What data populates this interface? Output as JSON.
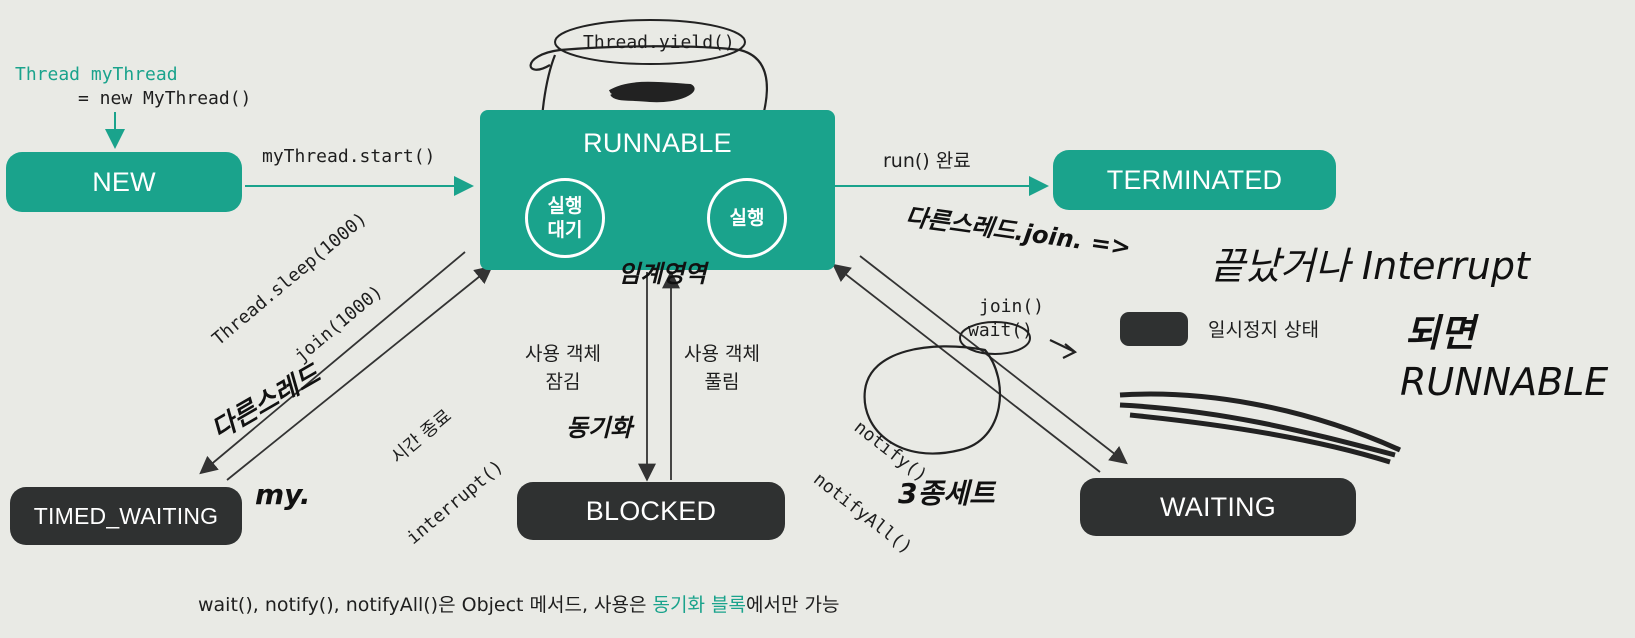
{
  "states": {
    "new": "NEW",
    "runnable": "RUNNABLE",
    "ready": "실행\n대기",
    "running": "실행",
    "terminated": "TERMINATED",
    "timed_waiting": "TIMED_WAITING",
    "blocked": "BLOCKED",
    "waiting": "WAITING"
  },
  "transitions": {
    "create_line1": "Thread myThread",
    "create_line2": "= new MyThread()",
    "start": "myThread.start()",
    "yield": "Thread.yield()",
    "run_done": "run() 완료",
    "sleep": "Thread.sleep(1000)",
    "join_timed": "join(1000)",
    "timeout": "시간 종료",
    "interrupt": "interrupt()",
    "lock_acquire_1": "사용 객체",
    "lock_acquire_2": "잠김",
    "lock_release_1": "사용 객체",
    "lock_release_2": "풀림",
    "join": "join()",
    "wait": "wait()",
    "notify": "notify()",
    "notify_all": "notifyAll()"
  },
  "legend": {
    "paused": "일시정지 상태"
  },
  "footer": {
    "part1": "wait(), notify(), notifyAll()은 Object 메서드, 사용은 ",
    "highlight": "동기화 블록",
    "part2": "에서만 가능"
  },
  "handwriting": {
    "critical_section": "임계영역",
    "other_thread": "다른스레드",
    "other_thread_join": "다른스레드.join. =>",
    "ends_or_interrupt": "끝났거나 Interrupt",
    "if_becomes": "되면",
    "runnable": "RUNNABLE",
    "sync": "동기화",
    "my": "my.",
    "three_set": "3종세트"
  },
  "colors": {
    "teal": "#1aa38c",
    "dark": "#2f3131",
    "background": "#e9eae5"
  }
}
